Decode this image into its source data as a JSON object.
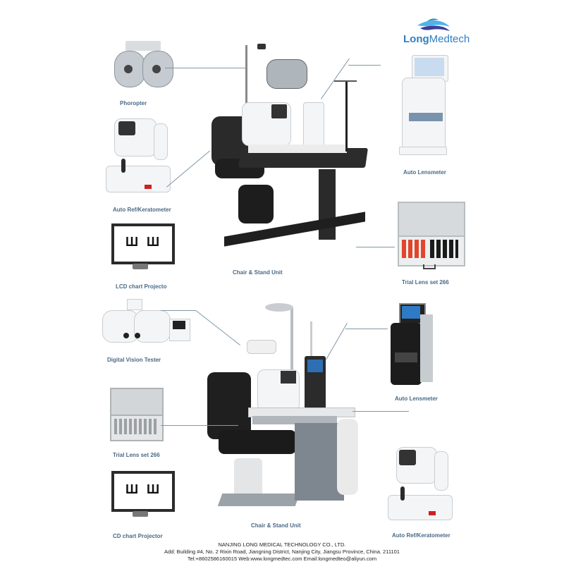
{
  "brand": {
    "name_bold": "Long",
    "name_rest": "Medtech",
    "logo_colors": [
      "#2f7fc1",
      "#4fb3e8",
      "#3c3f9a"
    ]
  },
  "section_top": {
    "labels": {
      "phoropter": "Phoropter",
      "auto_ref": "Auto Ref/Keratometer",
      "lcd_chart": "LCD chart Projecto",
      "chair_stand": "Chair & Stand Unit",
      "auto_lensmeter": "Auto Lensmeter",
      "trial_lens": "Trial Lens set 266"
    },
    "chart_symbols": [
      "Ш",
      "Ш"
    ]
  },
  "section_bottom": {
    "labels": {
      "digital_vision": "Digital Vision Tester",
      "trial_lens": "Trial Lens set 266",
      "cd_chart": "CD chart Projector",
      "chair_stand": "Chair & Stand Unit",
      "auto_lensmeter": "Auto Lensmeter",
      "auto_ref": "Auto Ref/Keratometer"
    },
    "chart_symbols": [
      "Ш",
      "Ш"
    ]
  },
  "footer": {
    "company": "NANJING LONG MEDICAL TECHNOLOGY CO., LTD.",
    "address": "Add: Building #4, No. 2 Rixin Road, Jiangning District, Nanjing City, Jiangsu Province, China. 211101",
    "contact": "Tel:+8602586160015 Web:www.longmedtec.com Email:longmedteo@aliyun.com"
  },
  "colors": {
    "label": "#4a6a85",
    "leader_line": "#7f98a8",
    "lens_red": "#e2452b"
  }
}
